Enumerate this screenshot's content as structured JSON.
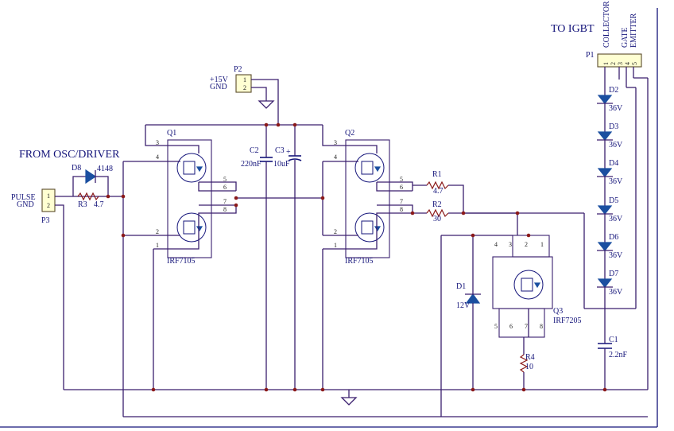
{
  "headings": {
    "to_igbt": "TO IGBT",
    "from_osc": "FROM OSC/DRIVER"
  },
  "p1": {
    "ref": "P1",
    "pins": [
      "1",
      "2",
      "3",
      "4",
      "5"
    ],
    "collector": "COLLECTOR",
    "gate": "GATE",
    "emitter": "EMITTER"
  },
  "p2": {
    "ref": "P2",
    "pins": [
      "1",
      "2"
    ],
    "label_v": "+15V",
    "label_gnd": "GND"
  },
  "p3": {
    "ref": "P3",
    "pins": [
      "1",
      "2"
    ],
    "label_pulse": "PULSE",
    "label_gnd": "GND"
  },
  "q1": {
    "ref": "Q1",
    "part": "IRF7105",
    "pins": [
      "3",
      "4",
      "5",
      "6",
      "7",
      "8",
      "2",
      "1"
    ]
  },
  "q2": {
    "ref": "Q2",
    "part": "IRF7105",
    "pins": [
      "3",
      "4",
      "5",
      "6",
      "7",
      "8",
      "2",
      "1"
    ]
  },
  "q3": {
    "ref": "Q3",
    "part": "IRF7205",
    "pins": [
      "4",
      "3",
      "2",
      "1",
      "5",
      "6",
      "7",
      "8"
    ]
  },
  "c1": {
    "ref": "C1",
    "value": "2.2nF"
  },
  "c2": {
    "ref": "C2",
    "value": "220nF"
  },
  "c3": {
    "ref": "C3",
    "value": "10uF",
    "plus": "+"
  },
  "r1": {
    "ref": "R1",
    "value": "4.7"
  },
  "r2": {
    "ref": "R2",
    "value": "30"
  },
  "r3": {
    "ref": "R3",
    "value": "4.7"
  },
  "r4": {
    "ref": "R4",
    "value": "10"
  },
  "d1": {
    "ref": "D1",
    "value": "12V"
  },
  "d8": {
    "ref": "D8",
    "value": "4148"
  },
  "zeners": [
    {
      "ref": "D2",
      "value": "36V"
    },
    {
      "ref": "D3",
      "value": "36V"
    },
    {
      "ref": "D4",
      "value": "36V"
    },
    {
      "ref": "D5",
      "value": "36V"
    },
    {
      "ref": "D6",
      "value": "36V"
    },
    {
      "ref": "D7",
      "value": "36V"
    }
  ]
}
